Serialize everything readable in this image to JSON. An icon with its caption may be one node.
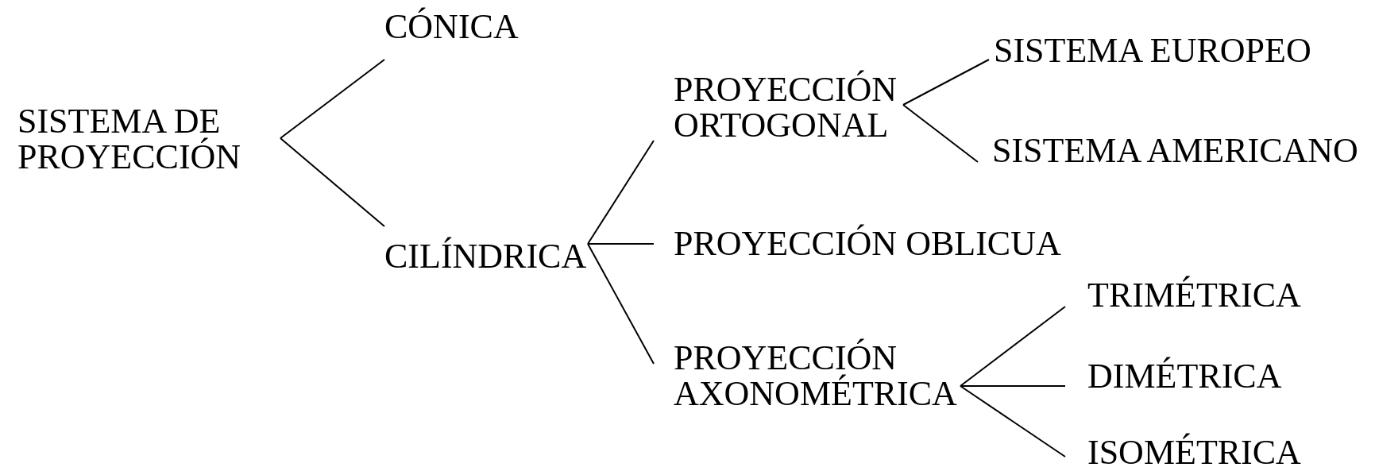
{
  "diagram": {
    "nodes": [
      {
        "text": [
          "SISTEMA DE PROYECCIÓN"
        ]
      },
      {
        "text": [
          "CÓNICA"
        ]
      },
      {
        "text": [
          "CILÍNDRICA"
        ]
      },
      {
        "text": [
          "PROYECCIÓN ORTOGONAL"
        ]
      },
      {
        "text": [
          "PROYECCIÓN OBLICUA"
        ]
      },
      {
        "text": [
          "PROYECCIÓN AXONOMÉTRICA"
        ]
      },
      {
        "text": [
          "SISTEMA EUROPEO"
        ]
      },
      {
        "text": [
          "SISTEMA AMERICANO"
        ]
      },
      {
        "text": [
          "TRIMÉTRICA"
        ]
      },
      {
        "text": [
          "DIMÉTRICA"
        ]
      },
      {
        "text": [
          "ISOMÉTRICA"
        ]
      }
    ],
    "edges": [
      {
        "from": 0,
        "to": 1,
        "arrow": "none"
      },
      {
        "from": 0,
        "to": 2,
        "arrow": "none"
      },
      {
        "from": 2,
        "to": 3,
        "arrow": "none"
      },
      {
        "from": 2,
        "to": 4,
        "arrow": "none"
      },
      {
        "from": 2,
        "to": 5,
        "arrow": "none"
      },
      {
        "from": 3,
        "to": 6,
        "arrow": "none"
      },
      {
        "from": 3,
        "to": 7,
        "arrow": "none"
      },
      {
        "from": 5,
        "to": 8,
        "arrow": "none"
      },
      {
        "from": 5,
        "to": 9,
        "arrow": "none"
      },
      {
        "from": 5,
        "to": 10,
        "arrow": "none"
      }
    ]
  }
}
